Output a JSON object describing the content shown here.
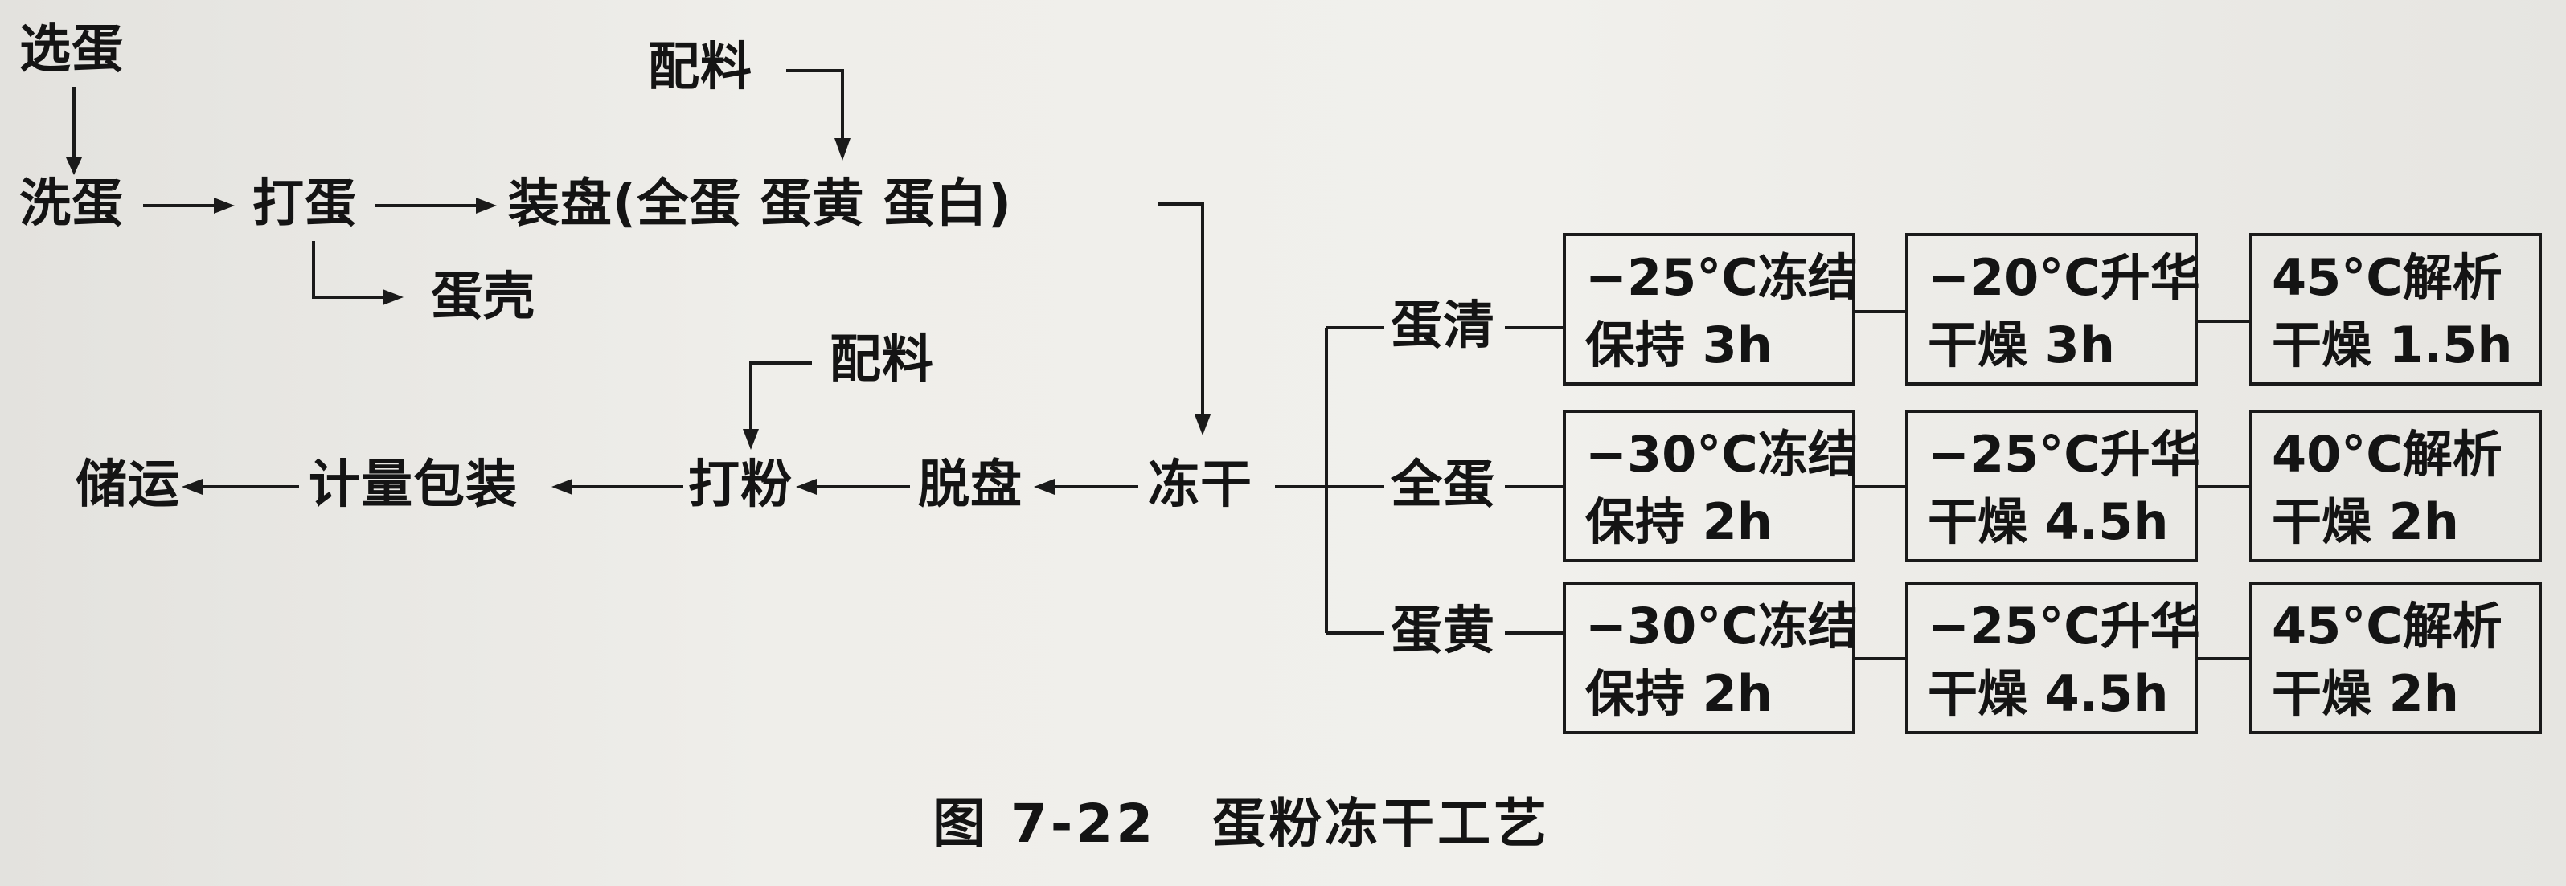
{
  "nodes": {
    "select_eggs": "选蛋",
    "wash_eggs": "洗蛋",
    "break_eggs": "打蛋",
    "tray_loading": "装盘(全蛋 蛋黄 蛋白)",
    "ingredients_top": "配料",
    "eggshell": "蛋壳",
    "ingredients_mid": "配料",
    "freeze_dry": "冻干",
    "remove_tray": "脱盘",
    "grind_powder": "打粉",
    "weigh_pack": "计量包装",
    "storage_transport": "储运",
    "egg_white": "蛋清",
    "whole_egg": "全蛋",
    "egg_yolk": "蛋黄"
  },
  "rows": [
    {
      "freeze": [
        "−25°C冻结",
        "保持 3h"
      ],
      "sublimation": [
        "−20°C升华",
        "干燥 3h"
      ],
      "desorption": [
        "45°C解析",
        "干燥 1.5h"
      ]
    },
    {
      "freeze": [
        "−30°C冻结",
        "保持 2h"
      ],
      "sublimation": [
        "−25°C升华",
        "干燥 4.5h"
      ],
      "desorption": [
        "40°C解析",
        "干燥 2h"
      ]
    },
    {
      "freeze": [
        "−30°C冻结",
        "保持 2h"
      ],
      "sublimation": [
        "−25°C升华",
        "干燥 4.5h"
      ],
      "desorption": [
        "45°C解析",
        "干燥 2h"
      ]
    }
  ],
  "caption": "图 7-22　蛋粉冻干工艺"
}
